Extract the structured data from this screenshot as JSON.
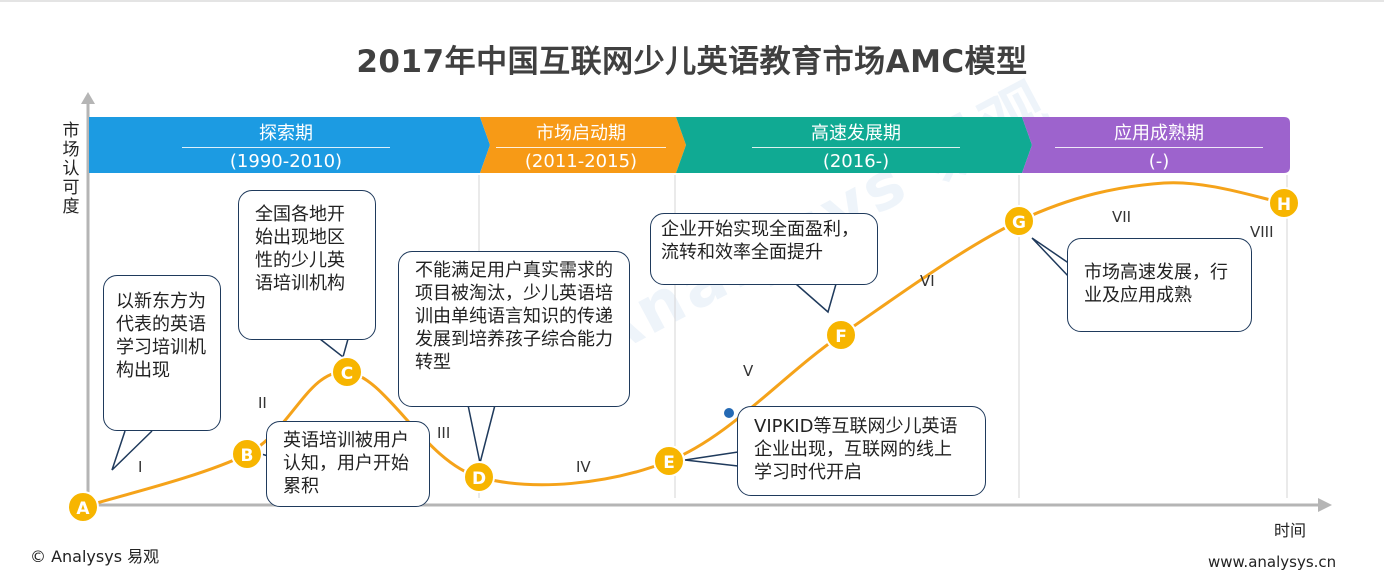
{
  "header": {
    "title": "2017年中国互联网少儿英语教育市场AMC模型"
  },
  "footer": {
    "copyright": "© Analysys 易观",
    "url": "www.analysys.cn"
  },
  "watermark": {
    "text": "Analysys 易观"
  },
  "chart_data": {
    "type": "line",
    "title": "2017年中国互联网少儿英语教育市场AMC模型",
    "xlabel": "时间",
    "ylabel": "市场认可度",
    "line_color": "#f5a31a",
    "phases": [
      {
        "name": "探索期",
        "years": "(1990-2010)",
        "color": "#1c9be2"
      },
      {
        "name": "市场启动期",
        "years": "(2011-2015)",
        "color": "#f79a16"
      },
      {
        "name": "高速发展期",
        "years": "(2016-)",
        "color": "#10aa93"
      },
      {
        "name": "应用成熟期",
        "years": "(-)",
        "color": "#9d63cd"
      }
    ],
    "points": [
      {
        "label": "A"
      },
      {
        "label": "B"
      },
      {
        "label": "C"
      },
      {
        "label": "D"
      },
      {
        "label": "E"
      },
      {
        "label": "F"
      },
      {
        "label": "G"
      },
      {
        "label": "H"
      }
    ],
    "stages": [
      "I",
      "II",
      "III",
      "IV",
      "V",
      "VI",
      "VII",
      "VIII"
    ],
    "annotations": [
      {
        "point": "A",
        "text": "以新东方为代表的英语学习培训机构出现"
      },
      {
        "point": "B",
        "text": "英语培训被用户认知，用户开始累积"
      },
      {
        "point": "C",
        "text": "全国各地开始出现地区性的少儿英语培训机构"
      },
      {
        "point": "D",
        "text": "不能满足用户真实需求的项目被淘汰，少儿英语培训由单纯语言知识的传递发展到培养孩子综合能力转型"
      },
      {
        "point": "E",
        "text": "VIPKID等互联网少儿英语企业出现，互联网的线上学习时代开启"
      },
      {
        "point": "F",
        "text": "企业开始实现全面盈利，流转和效率全面提升"
      },
      {
        "point": "G",
        "text": "市场高速发展，行业及应用成熟"
      }
    ]
  }
}
